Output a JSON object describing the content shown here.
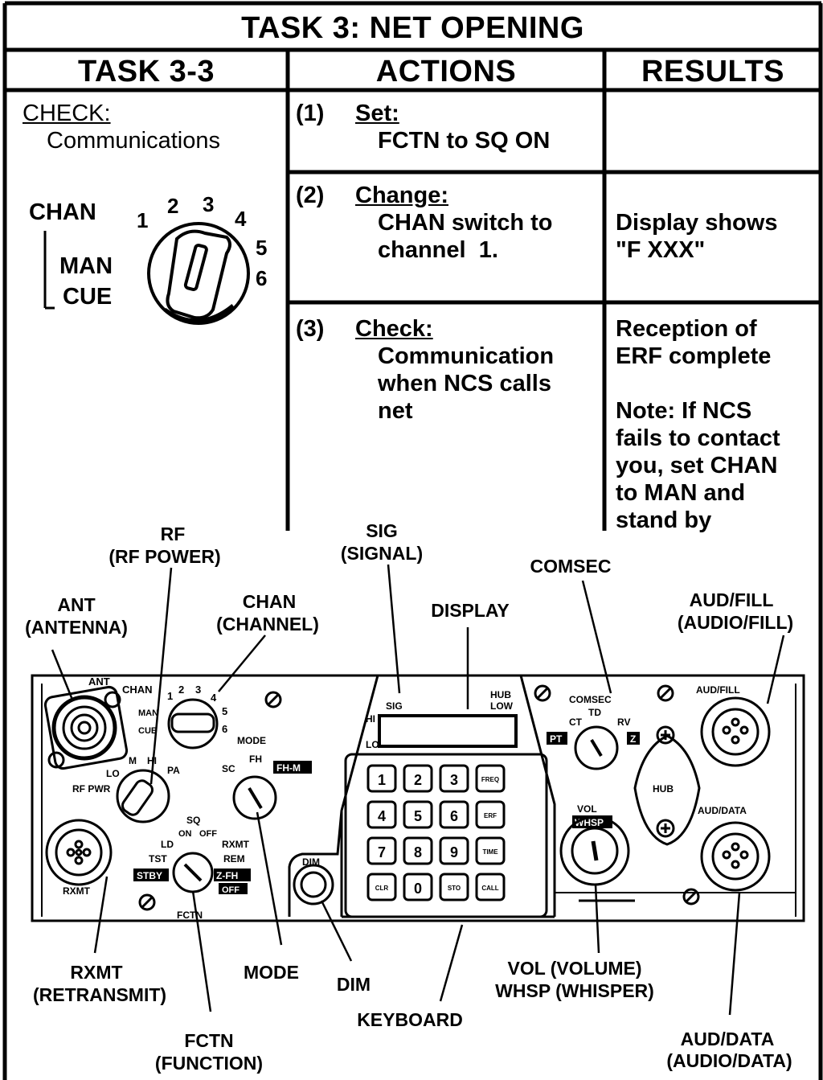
{
  "title": "TASK 3: NET OPENING",
  "columns": {
    "task": "TASK 3-3",
    "actions": "ACTIONS",
    "results": "RESULTS"
  },
  "task_cell": {
    "heading": "CHECK:",
    "subject": "Communications"
  },
  "chan_dial": {
    "label": "CHAN",
    "positions": [
      "1",
      "2",
      "3",
      "4",
      "5",
      "6"
    ],
    "man": "MAN",
    "cue": "CUE"
  },
  "steps": [
    {
      "num": "(1)",
      "verb": "Set:",
      "lines": [
        "FCTN to SQ ON"
      ],
      "result": []
    },
    {
      "num": "(2)",
      "verb": "Change:",
      "lines": [
        "CHAN switch to",
        "channel  1."
      ],
      "result": [
        "Display shows",
        "\"F XXX\""
      ]
    },
    {
      "num": "(3)",
      "verb": "Check:",
      "lines": [
        "Communication",
        "when NCS calls",
        "net"
      ],
      "result": [
        "Reception of",
        "ERF complete",
        "",
        "Note: If NCS",
        "fails to contact",
        "you, set CHAN",
        "to MAN and",
        "stand by"
      ]
    }
  ],
  "callouts": {
    "rf": [
      "RF",
      "(RF POWER)"
    ],
    "sig": [
      "SIG",
      "(SIGNAL)"
    ],
    "comsec": [
      "COMSEC"
    ],
    "ant": [
      "ANT",
      "(ANTENNA)"
    ],
    "chan": [
      "CHAN",
      "(CHANNEL)"
    ],
    "display": [
      "DISPLAY"
    ],
    "audfill": [
      "AUD/FILL",
      "(AUDIO/FILL)"
    ],
    "rxmt": [
      "RXMT",
      "(RETRANSMIT)"
    ],
    "mode": [
      "MODE"
    ],
    "dim": [
      "DIM"
    ],
    "keyboard": [
      "KEYBOARD"
    ],
    "vol": [
      "VOL (VOLUME)",
      "WHSP (WHISPER)"
    ],
    "fctn": [
      "FCTN",
      "(FUNCTION)"
    ],
    "auddata": [
      "AUD/DATA",
      "(AUDIO/DATA)"
    ]
  },
  "panel": {
    "ant": "ANT",
    "chan": "CHAN",
    "man": "MAN",
    "cue": "CUE",
    "chan_nums": [
      "1",
      "2",
      "3",
      "4",
      "5",
      "6"
    ],
    "rf_pwr": "RF PWR",
    "lo": "LO",
    "m": "M",
    "hi": "HI",
    "pa": "PA",
    "mode_title": "MODE",
    "sc": "SC",
    "fh": "FH",
    "fhm": "FH-M",
    "sq": "SQ",
    "on": "ON",
    "off": "OFF",
    "tst": "TST",
    "ld": "LD",
    "rxmt": "RXMT",
    "rem": "REM",
    "stby": "STBY",
    "zfh": "Z-FH",
    "off2": "OFF",
    "fctn": "FCTN",
    "rxmt_conn": "RXMT",
    "sig": "SIG",
    "sig_hi": "HI",
    "sig_lo": "LO",
    "hub": "HUB",
    "low": "LOW",
    "dim": "DIM",
    "comsec": "COMSEC",
    "td": "TD",
    "ct": "CT",
    "rv": "RV",
    "pt": "PT",
    "z": "Z",
    "vol": "VOL",
    "whsp": "WHSP",
    "hub2": "HUB",
    "audfill": "AUD/FILL",
    "auddata": "AUD/DATA",
    "keys": [
      "1",
      "2",
      "3",
      "FREQ",
      "4",
      "5",
      "6",
      "ERF",
      "7",
      "8",
      "9",
      "TIME",
      "CLR",
      "0",
      "STO",
      "CALL"
    ]
  }
}
